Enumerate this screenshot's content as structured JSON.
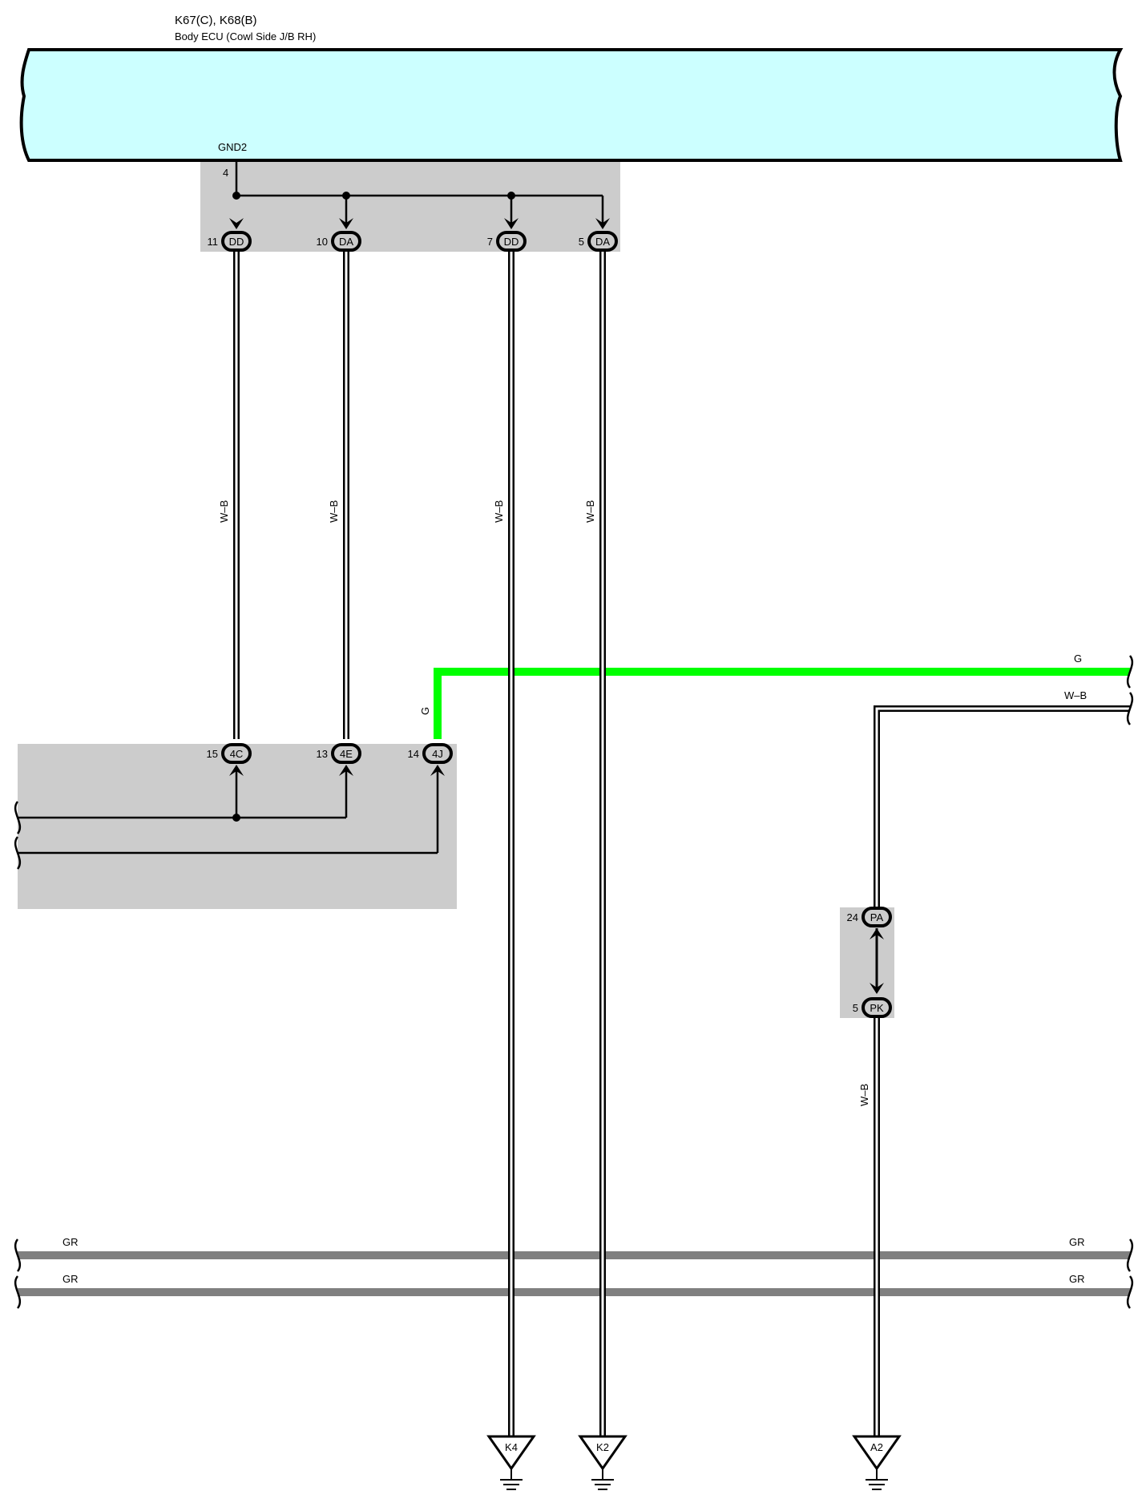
{
  "ecu": {
    "title": "K67(C), K68(B)",
    "subtitle": "Body ECU (Cowl Side J/B RH)",
    "terminal_name": "GND2",
    "terminal_pin": "4"
  },
  "upper_junction": [
    {
      "pin": "11",
      "code": "DD"
    },
    {
      "pin": "10",
      "code": "DA"
    },
    {
      "pin": "7",
      "code": "DD"
    },
    {
      "pin": "5",
      "code": "DA"
    }
  ],
  "lower_junction": [
    {
      "pin": "15",
      "code": "4C"
    },
    {
      "pin": "13",
      "code": "4E"
    },
    {
      "pin": "14",
      "code": "4J"
    }
  ],
  "mid_connectors": [
    {
      "pin": "24",
      "code": "PA"
    },
    {
      "pin": "5",
      "code": "PK"
    }
  ],
  "wire_labels": {
    "wb_1": "W–B",
    "wb_2": "W–B",
    "wb_3": "W–B",
    "wb_4": "W–B",
    "g_vertical": "G",
    "g_horizontal": "G",
    "wb_right": "W–B",
    "wb_lower": "W–B",
    "gr_top_left": "GR",
    "gr_bottom_left": "GR",
    "gr_top_right": "GR",
    "gr_bottom_right": "GR"
  },
  "grounds": [
    "K4",
    "K2",
    "A2"
  ],
  "colors": {
    "ecu_fill": "#ccffff",
    "junction_fill": "#cccccc",
    "green_wire": "#00ff00",
    "gray_wire": "#808080"
  }
}
